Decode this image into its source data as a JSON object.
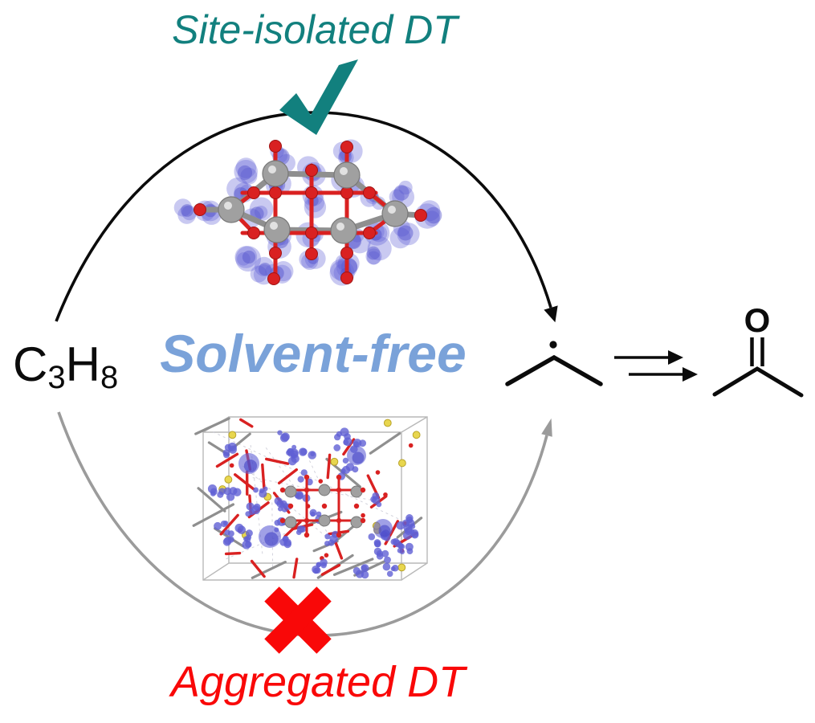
{
  "labels": {
    "site_isolated": "Site-isolated DT",
    "solvent_free": "Solvent-free",
    "aggregated": "Aggregated DT",
    "oxygen": "O",
    "propane": {
      "c": "C",
      "c_sub": "3",
      "h": "H",
      "h_sub": "8"
    }
  },
  "icons": {
    "check_icon": "teal-checkmark",
    "cross_icon": "red-x-cross",
    "top_structure_image": "site-isolated-DT-cluster-with-blue-spin-density",
    "bottom_structure_image": "aggregated-DT-crystal-cell-with-blue-spin-density"
  },
  "colors": {
    "teal": "#12807E",
    "solvent_blue": "#7AA2D9",
    "red": "#F90808",
    "line_black": "#0B0B0B",
    "arc_gray": "#9B9B9B",
    "blob_blue": "#6060D5",
    "blob_blue_dark": "#4A4AC8",
    "atom_gray": "#A0A0A0",
    "atom_gray_edge": "#787878",
    "atom_red": "#D92121",
    "atom_red_edge": "#A01414",
    "atom_yellow": "#E8D64E",
    "atom_yellow_edge": "#B9A42A",
    "box_edge": "#B9B9B9"
  }
}
